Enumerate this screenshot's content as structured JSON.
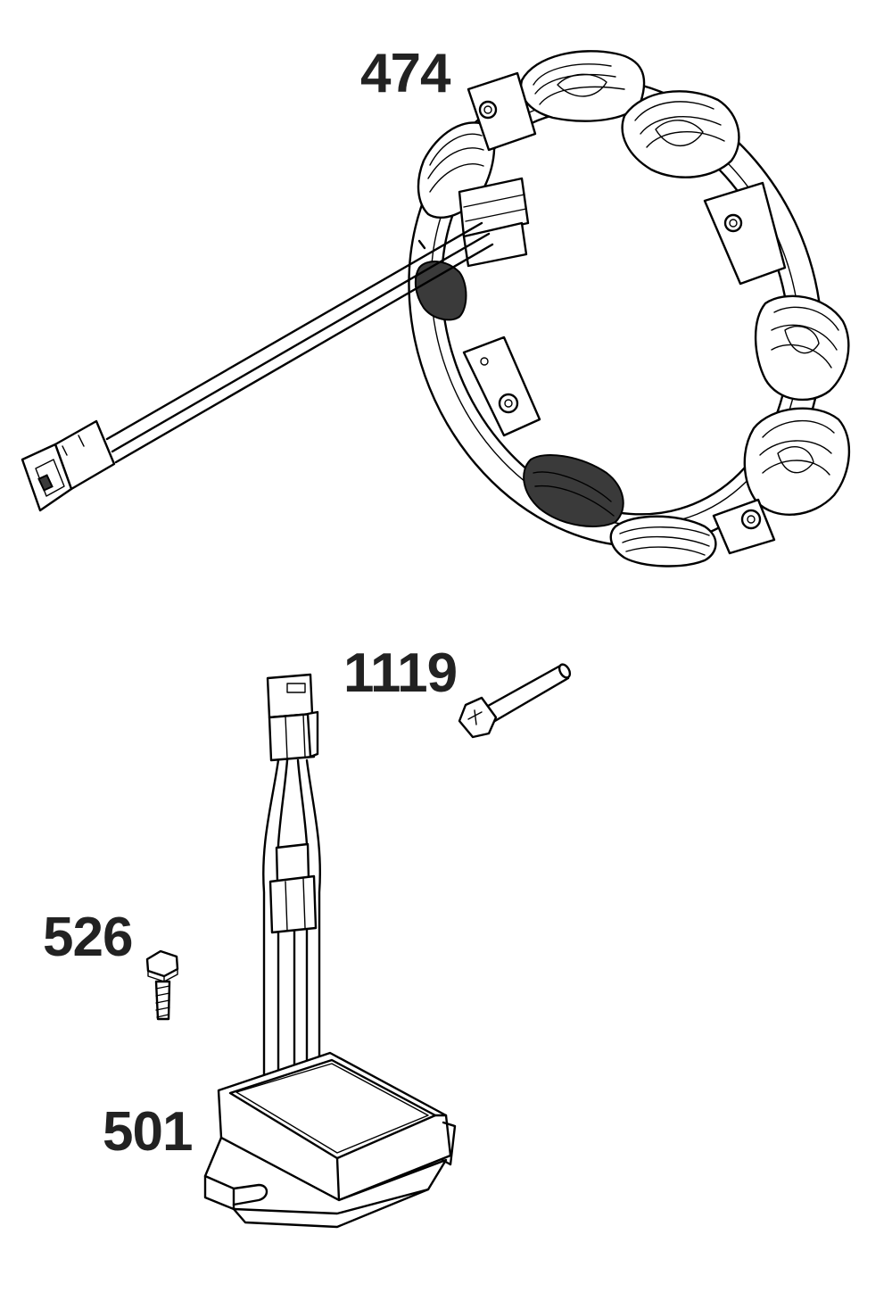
{
  "labels": {
    "stator": "474",
    "screw": "1119",
    "bolt": "526",
    "regulator": "501"
  },
  "colors": {
    "line": "#000000",
    "label": "#222222",
    "background": "#ffffff"
  }
}
